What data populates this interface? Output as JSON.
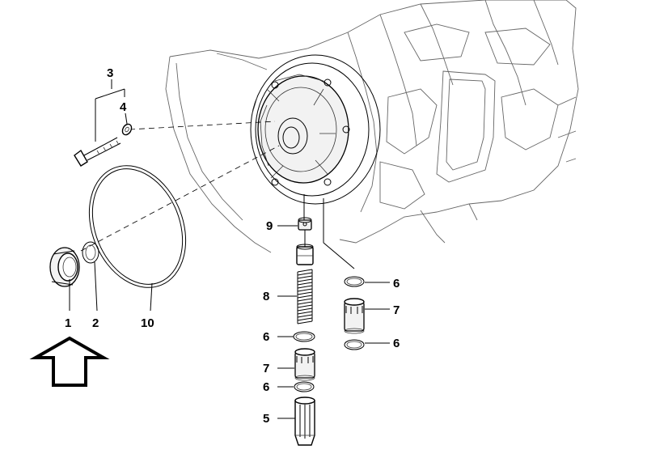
{
  "callouts": {
    "c1": "1",
    "c2": "2",
    "c3": "3",
    "c4": "4",
    "c5": "5",
    "c6a": "6",
    "c6b": "6",
    "c6c": "6",
    "c6d": "6",
    "c7a": "7",
    "c7b": "7",
    "c8": "8",
    "c9": "9",
    "c10": "10"
  },
  "icons": {
    "direction_arrow": "up-arrow-outline-icon"
  },
  "colors": {
    "line": "#000000",
    "background": "#ffffff"
  }
}
